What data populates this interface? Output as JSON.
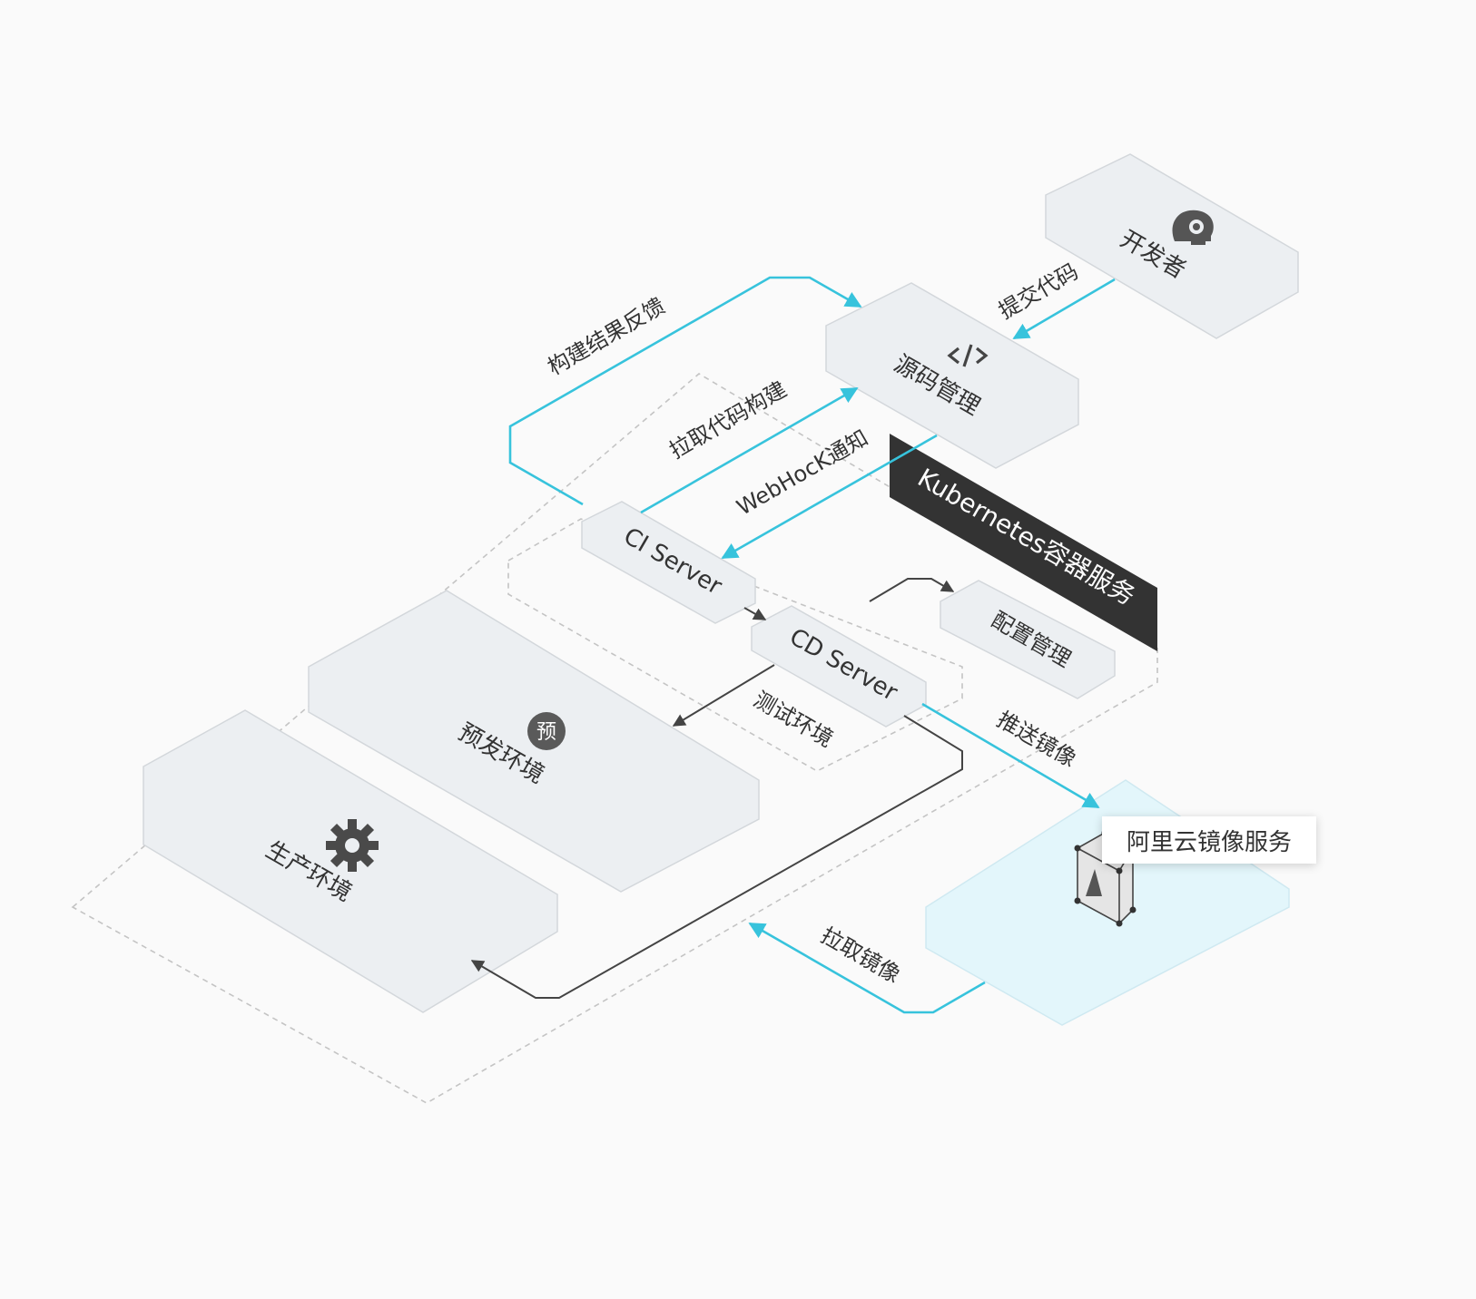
{
  "nodes": {
    "developer": "开发者",
    "source_control": "源码管理",
    "ci_server": "CI Server",
    "cd_server": "CD Server",
    "config_mgmt": "配置管理",
    "staging_env": "预发环境",
    "staging_badge": "预",
    "production_env": "生产环境",
    "test_env": "测试环境",
    "k8s_banner": "Kubernetes容器服务",
    "registry": "阿里云镜像服务"
  },
  "edges": {
    "commit_code": "提交代码",
    "build_feedback": "构建结果反馈",
    "pull_code_build": "拉取代码构建",
    "webhook_notify": "WebHocK通知",
    "push_image": "推送镜像",
    "pull_image": "拉取镜像"
  },
  "icons": {
    "developer": "brain-gear-icon",
    "source_control": "code-icon",
    "staging": "badge-circle-icon",
    "production": "gear-icon",
    "registry": "warehouse-icon"
  },
  "colors": {
    "accent": "#37c3dc",
    "flow": "#444444",
    "box": "#eceff2",
    "box_stroke": "#d3d7db",
    "dash": "#c4c4c4",
    "banner": "#333333",
    "registry_plane": "#e3f6fb"
  }
}
